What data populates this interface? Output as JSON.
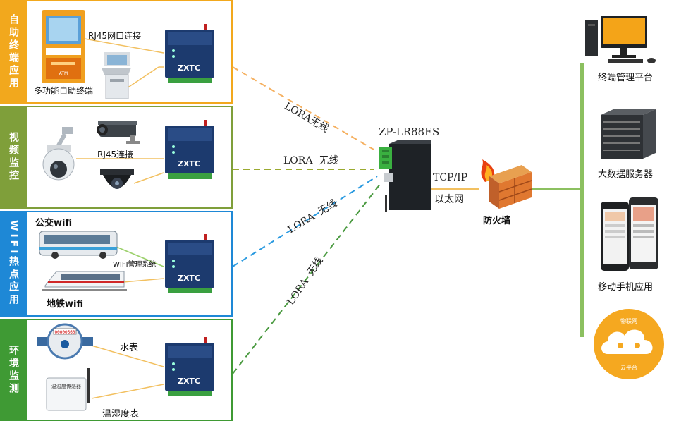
{
  "sections": [
    {
      "label": "自助终端应用",
      "color": "#f2a81d"
    },
    {
      "label": "视频监控",
      "color": "#7f9f3a"
    },
    {
      "label": "WIFI热点应用",
      "color": "#1e88d6"
    },
    {
      "label": "环境监测",
      "color": "#3f9a34"
    }
  ],
  "panel1": {
    "link_label": "RJ45网口连接",
    "device_label": "多功能自助终端"
  },
  "panel2": {
    "link_label": "RJ45连接"
  },
  "panel3": {
    "bus_label": "公交wifi",
    "system_label": "WIFI管理系统",
    "metro_label": "地铁wifi"
  },
  "panel4": {
    "meter_label": "水表",
    "sensor_label": "温湿度表",
    "sensor_box_text": "温湿度传感器",
    "meter_number": "00000560"
  },
  "device_brand": "ZXTC",
  "links": [
    "LORA无线",
    "LORA  无线",
    "LORA  无线",
    "LORA  无线"
  ],
  "gateway": {
    "name": "ZP-LR88ES",
    "protocol": "TCP/IP",
    "network": "以太网"
  },
  "firewall": {
    "label": "防火墙"
  },
  "right": {
    "items": [
      "终端管理平台",
      "大数据服务器",
      "移动手机应用"
    ],
    "cloud_top": "物联网",
    "cloud_mid": "云平台"
  },
  "colors": {
    "orange": "#f2a81d",
    "olive": "#7f9f3a",
    "blue": "#1e88d6",
    "green": "#3f9a34",
    "bus_line": "#90c060"
  }
}
